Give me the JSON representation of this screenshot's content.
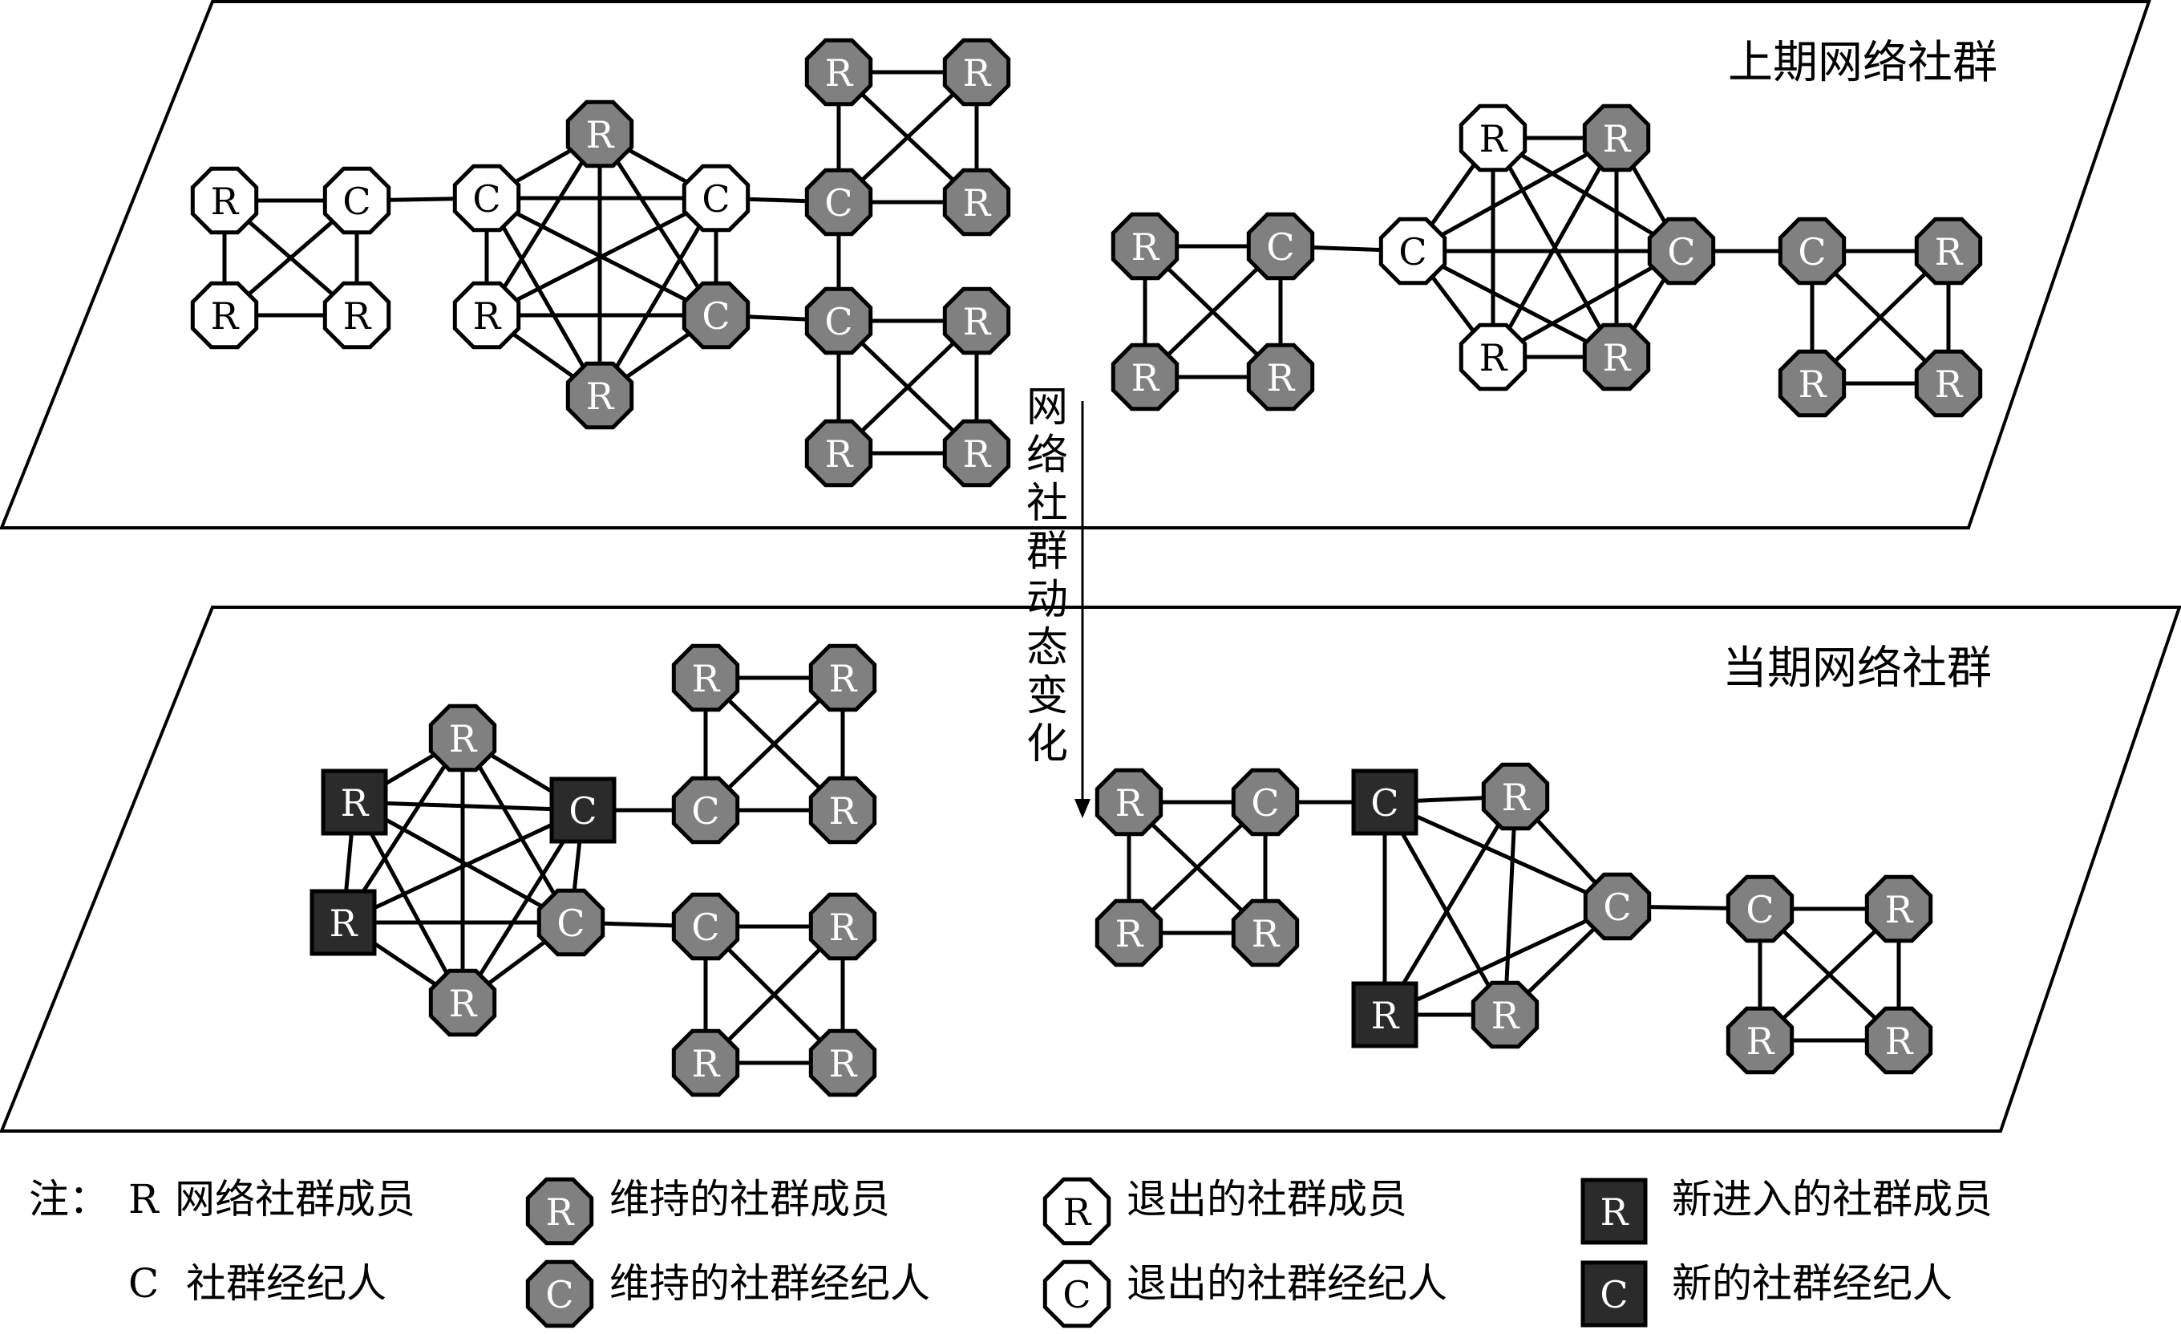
{
  "panels": {
    "top_title": "上期网络社群",
    "bottom_title": "当期网络社群"
  },
  "arrow_label": "网络社群动态变化",
  "node_letters": {
    "member": "R",
    "broker": "C"
  },
  "legend": {
    "note_prefix": "注：",
    "row1": {
      "key_letter": "R",
      "key_text": "网络社群成员",
      "maintained_text": "维持的社群成员",
      "exited_text": "退出的社群成员",
      "new_text": "新进入的社群成员"
    },
    "row2": {
      "key_letter": "C",
      "key_text": "社群经纪人",
      "maintained_text": "维持的社群经纪人",
      "exited_text": "退出的社群经纪人",
      "new_text": "新的社群经纪人"
    }
  },
  "colors": {
    "maintained": "#808080",
    "exited": "#ffffff",
    "new": "#2b2b2b",
    "line": "#000000"
  }
}
